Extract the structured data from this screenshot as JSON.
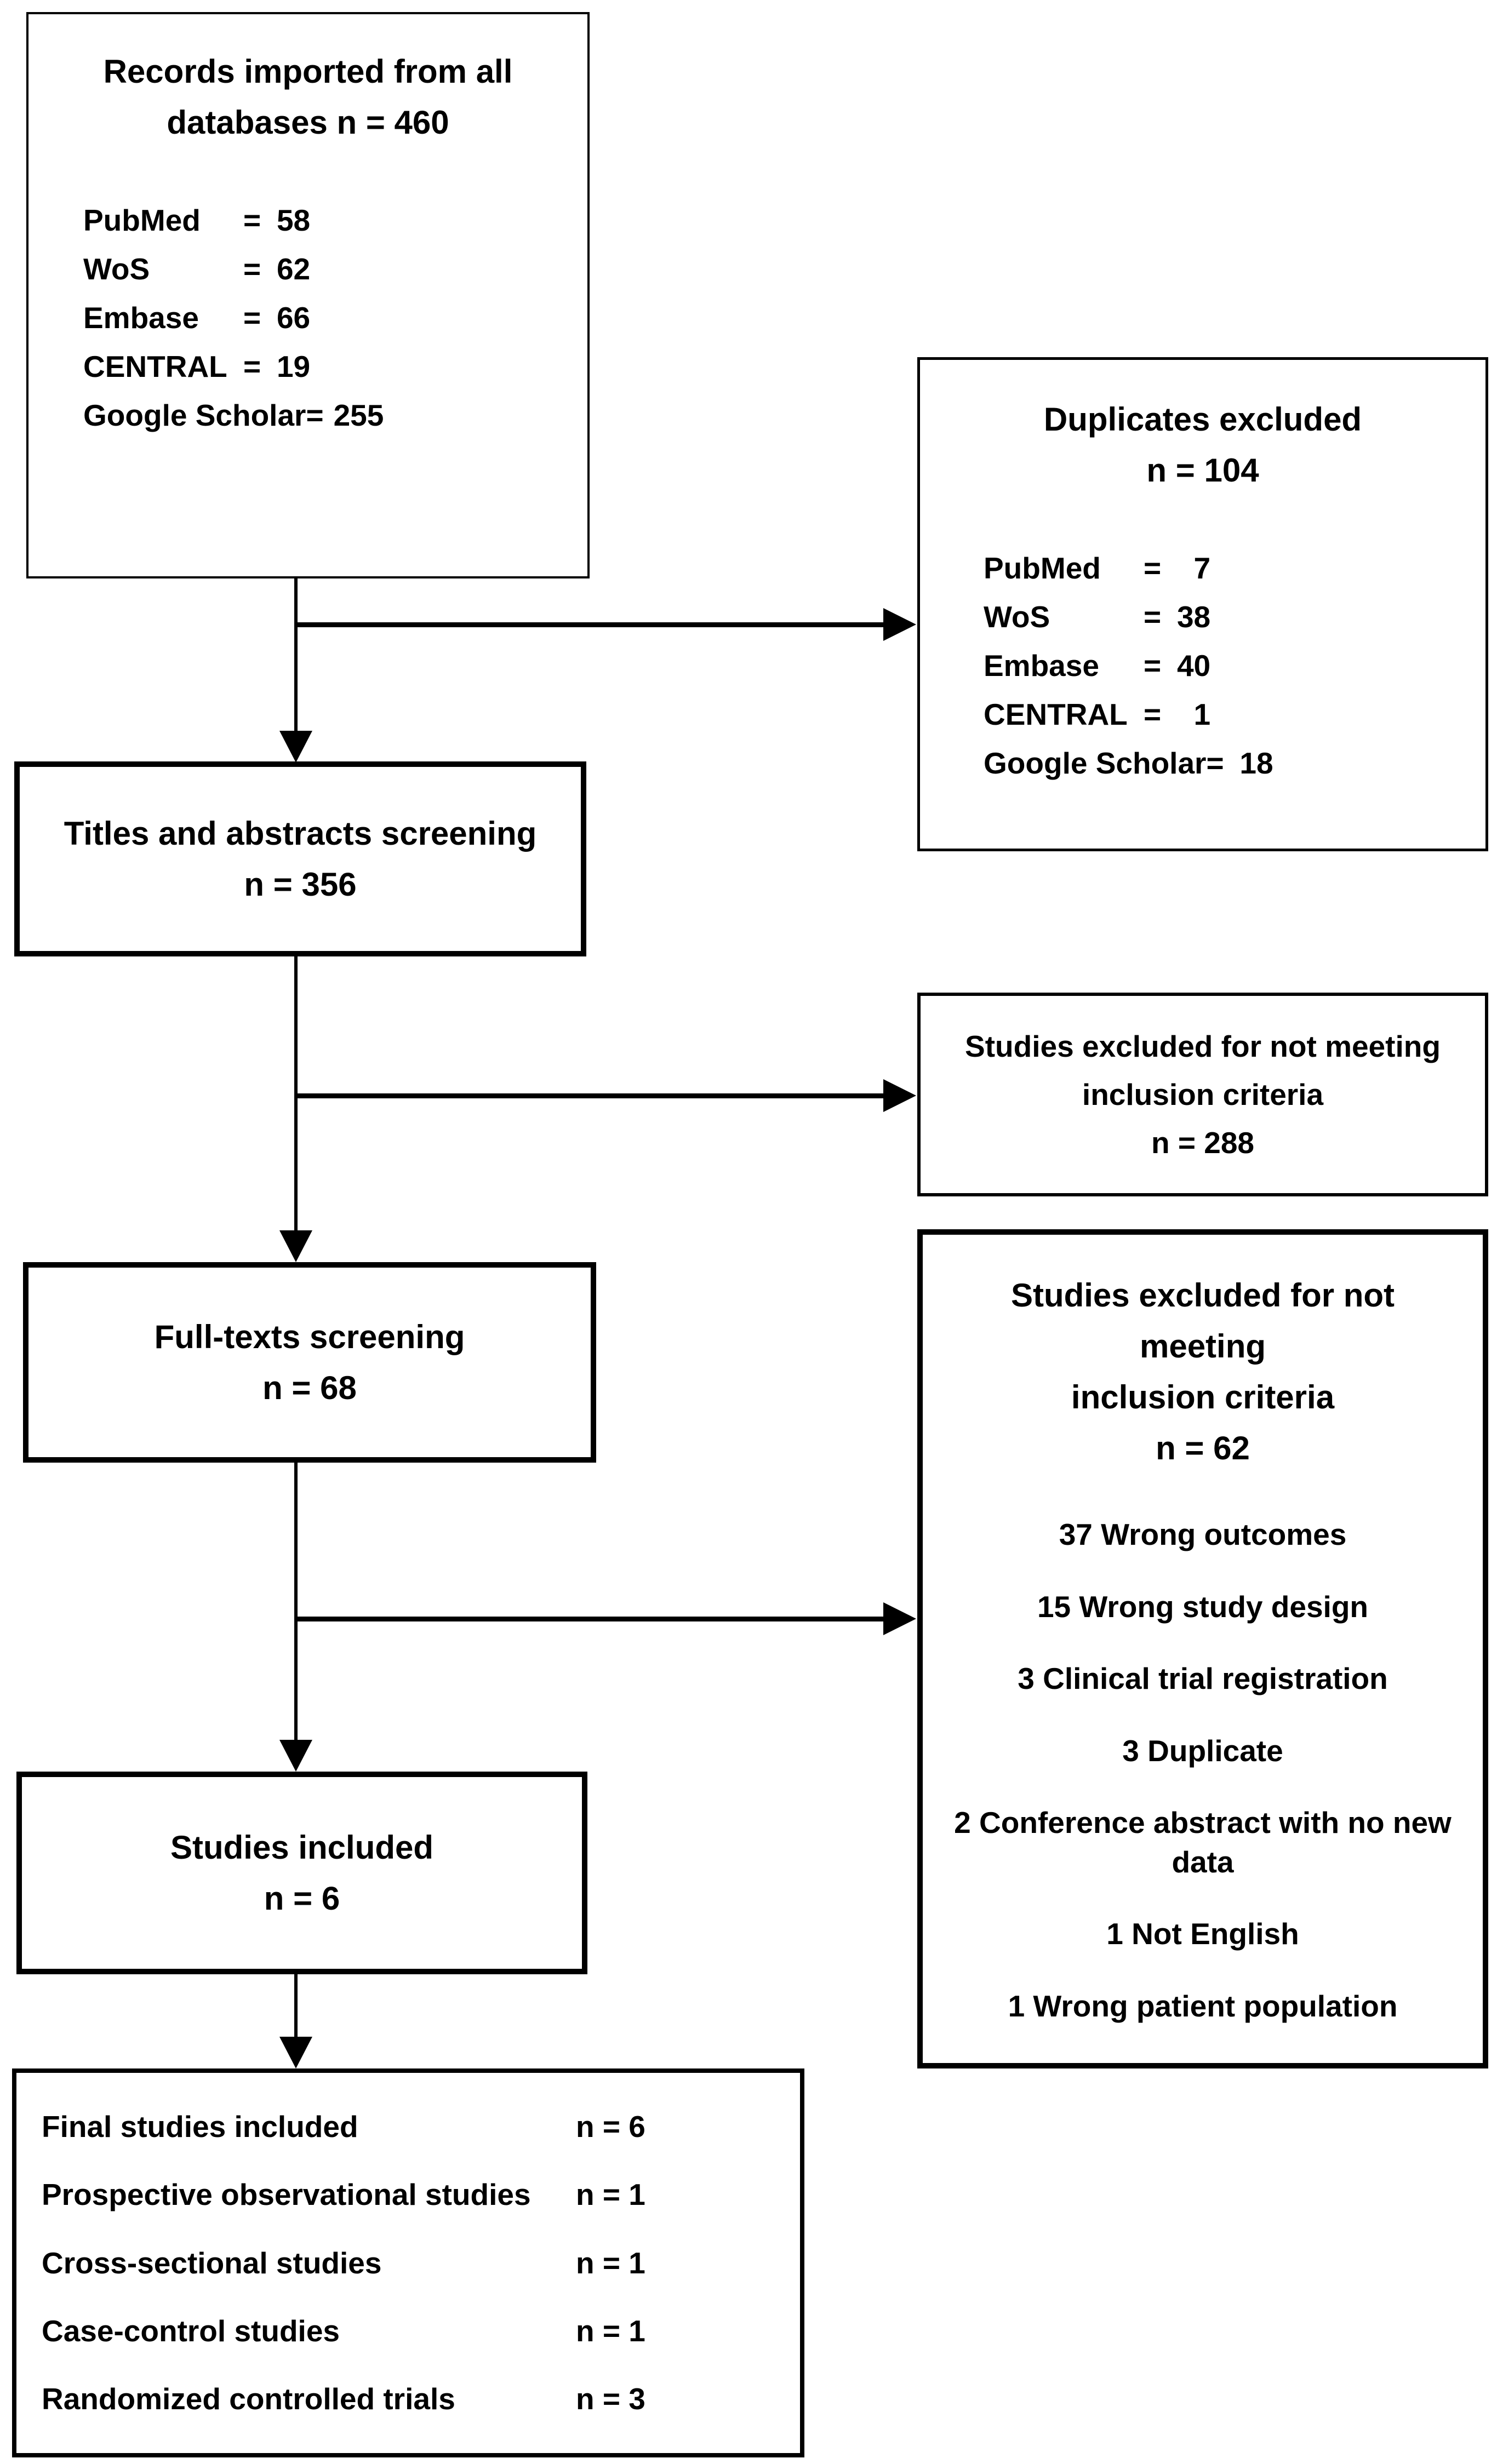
{
  "diagram": {
    "eq": "=",
    "records": {
      "title_lines": [
        "Records imported from all",
        "databases n = 460"
      ],
      "items": [
        {
          "label": "PubMed",
          "value": "58"
        },
        {
          "label": "WoS",
          "value": "62"
        },
        {
          "label": "Embase",
          "value": "66"
        },
        {
          "label": "CENTRAL",
          "value": "19"
        },
        {
          "label": "Google Scholar",
          "value": "255"
        }
      ]
    },
    "duplicates": {
      "title": "Duplicates excluded",
      "count": "n = 104",
      "items": [
        {
          "label": "PubMed",
          "value": "7"
        },
        {
          "label": "WoS",
          "value": "38"
        },
        {
          "label": "Embase",
          "value": "40"
        },
        {
          "label": "CENTRAL",
          "value": "1"
        },
        {
          "label": "Google Scholar",
          "value": "18"
        }
      ]
    },
    "titles_screening": {
      "title": "Titles and abstracts screening",
      "count": "n = 356"
    },
    "excluded_screening": {
      "title_lines": [
        "Studies excluded for not meeting",
        "inclusion criteria"
      ],
      "count": "n = 288"
    },
    "full_texts": {
      "title": "Full-texts screening",
      "count": "n = 68"
    },
    "excluded_fulltext": {
      "title_lines": [
        "Studies excluded for not meeting",
        "inclusion criteria"
      ],
      "count": "n = 62",
      "reasons": [
        "37 Wrong outcomes",
        "15 Wrong study design",
        "3 Clinical trial registration",
        "3 Duplicate",
        "2 Conference abstract with no new\ndata",
        "1 Not English",
        "1 Wrong patient population"
      ]
    },
    "included": {
      "title": "Studies included",
      "count": "n = 6"
    },
    "final": {
      "rows": [
        {
          "label": "Final studies included",
          "value": "n = 6"
        },
        {
          "label": "Prospective observational studies",
          "value": "n = 1"
        },
        {
          "label": "Cross-sectional studies",
          "value": "n = 1"
        },
        {
          "label": "Case-control studies",
          "value": "n = 1"
        },
        {
          "label": "Randomized controlled trials",
          "value": "n = 3"
        }
      ]
    }
  }
}
